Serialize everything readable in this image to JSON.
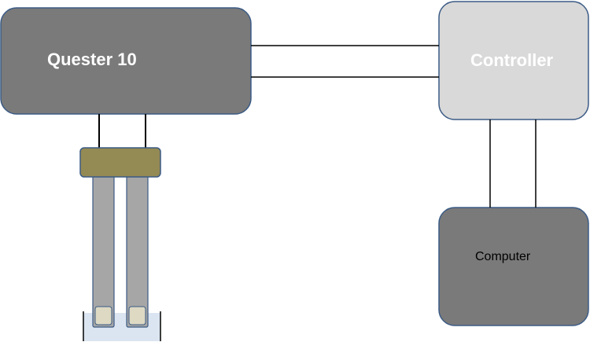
{
  "nodes": {
    "quester": {
      "label": "Quester 10"
    },
    "controller": {
      "label": "Controller"
    },
    "computer": {
      "label": "Computer"
    }
  },
  "colors": {
    "quester_fill": "#7a7a7a",
    "controller_fill": "#d9d9d9",
    "computer_fill": "#7a7a7a",
    "box_stroke": "#3b5b85",
    "connector_line": "#000000",
    "clamp_fill": "#948a54",
    "rod_fill": "#a6a6a6",
    "rod_tip_fill": "#ddd9c3",
    "bath_fill": "#dbe5f1",
    "white_text": "#ffffff",
    "dark_text": "#000000"
  }
}
